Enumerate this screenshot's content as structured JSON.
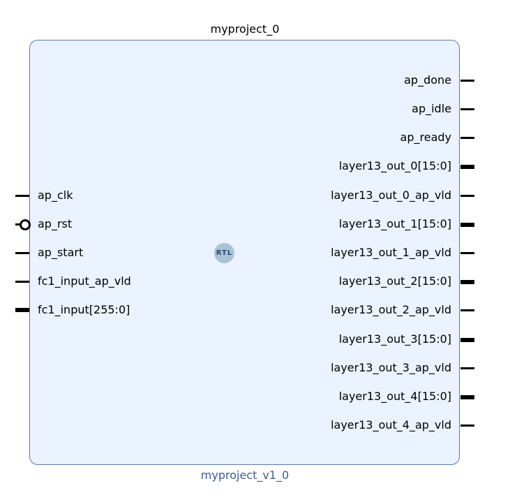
{
  "instance_title": "myproject_0",
  "block_name": "myproject_v1_0",
  "badge_label": "RTL",
  "colors": {
    "block_fill": "#eaf3ff",
    "block_border": "#5a77a8",
    "block_name_text": "#3b5b9a",
    "badge_fill": "#a9c2d4"
  },
  "left_ports": [
    {
      "label": "ap_clk",
      "kind": "single"
    },
    {
      "label": "ap_rst",
      "kind": "inverted"
    },
    {
      "label": "ap_start",
      "kind": "single"
    },
    {
      "label": "fc1_input_ap_vld",
      "kind": "single"
    },
    {
      "label": "fc1_input[255:0]",
      "kind": "bus"
    }
  ],
  "right_ports": [
    {
      "label": "ap_done",
      "kind": "single"
    },
    {
      "label": "ap_idle",
      "kind": "single"
    },
    {
      "label": "ap_ready",
      "kind": "single"
    },
    {
      "label": "layer13_out_0[15:0]",
      "kind": "bus"
    },
    {
      "label": "layer13_out_0_ap_vld",
      "kind": "single"
    },
    {
      "label": "layer13_out_1[15:0]",
      "kind": "bus"
    },
    {
      "label": "layer13_out_1_ap_vld",
      "kind": "single"
    },
    {
      "label": "layer13_out_2[15:0]",
      "kind": "bus"
    },
    {
      "label": "layer13_out_2_ap_vld",
      "kind": "single"
    },
    {
      "label": "layer13_out_3[15:0]",
      "kind": "bus"
    },
    {
      "label": "layer13_out_3_ap_vld",
      "kind": "single"
    },
    {
      "label": "layer13_out_4[15:0]",
      "kind": "bus"
    },
    {
      "label": "layer13_out_4_ap_vld",
      "kind": "single"
    }
  ]
}
